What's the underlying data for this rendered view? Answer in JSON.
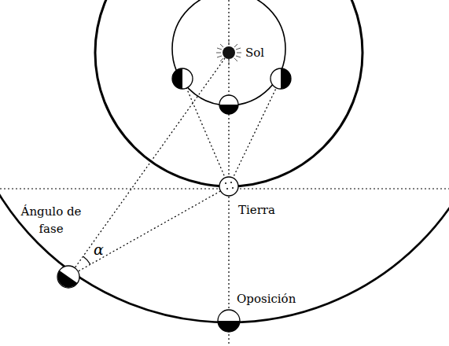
{
  "diagram": {
    "labels": [
      "Sol",
      "Ángulo de fase",
      "α",
      "Tierra",
      "Oposición"
    ]
  }
}
